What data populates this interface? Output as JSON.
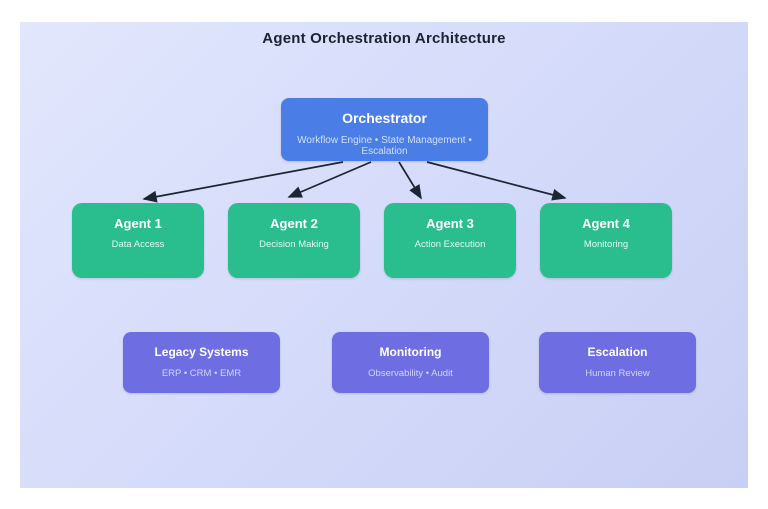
{
  "diagram": {
    "title": "Agent Orchestration Architecture",
    "orchestrator": {
      "title": "Orchestrator",
      "subtitle": "Workflow Engine • State Management • Escalation"
    },
    "agents": [
      {
        "title": "Agent 1",
        "subtitle": "Data Access"
      },
      {
        "title": "Agent 2",
        "subtitle": "Decision Making"
      },
      {
        "title": "Agent 3",
        "subtitle": "Action Execution"
      },
      {
        "title": "Agent 4",
        "subtitle": "Monitoring"
      }
    ],
    "systems": [
      {
        "title": "Legacy Systems",
        "subtitle": "ERP • CRM • EMR"
      },
      {
        "title": "Monitoring",
        "subtitle": "Observability • Audit"
      },
      {
        "title": "Escalation",
        "subtitle": "Human Review"
      }
    ],
    "colors": {
      "canvas_top": "#e2e7fd",
      "canvas_bottom": "#c8cff4",
      "orchestrator": "#4a7ee6",
      "agent": "#2abd8e",
      "system": "#6e6ee2",
      "arrow": "#1d2433",
      "title_text": "#1b2232"
    }
  }
}
